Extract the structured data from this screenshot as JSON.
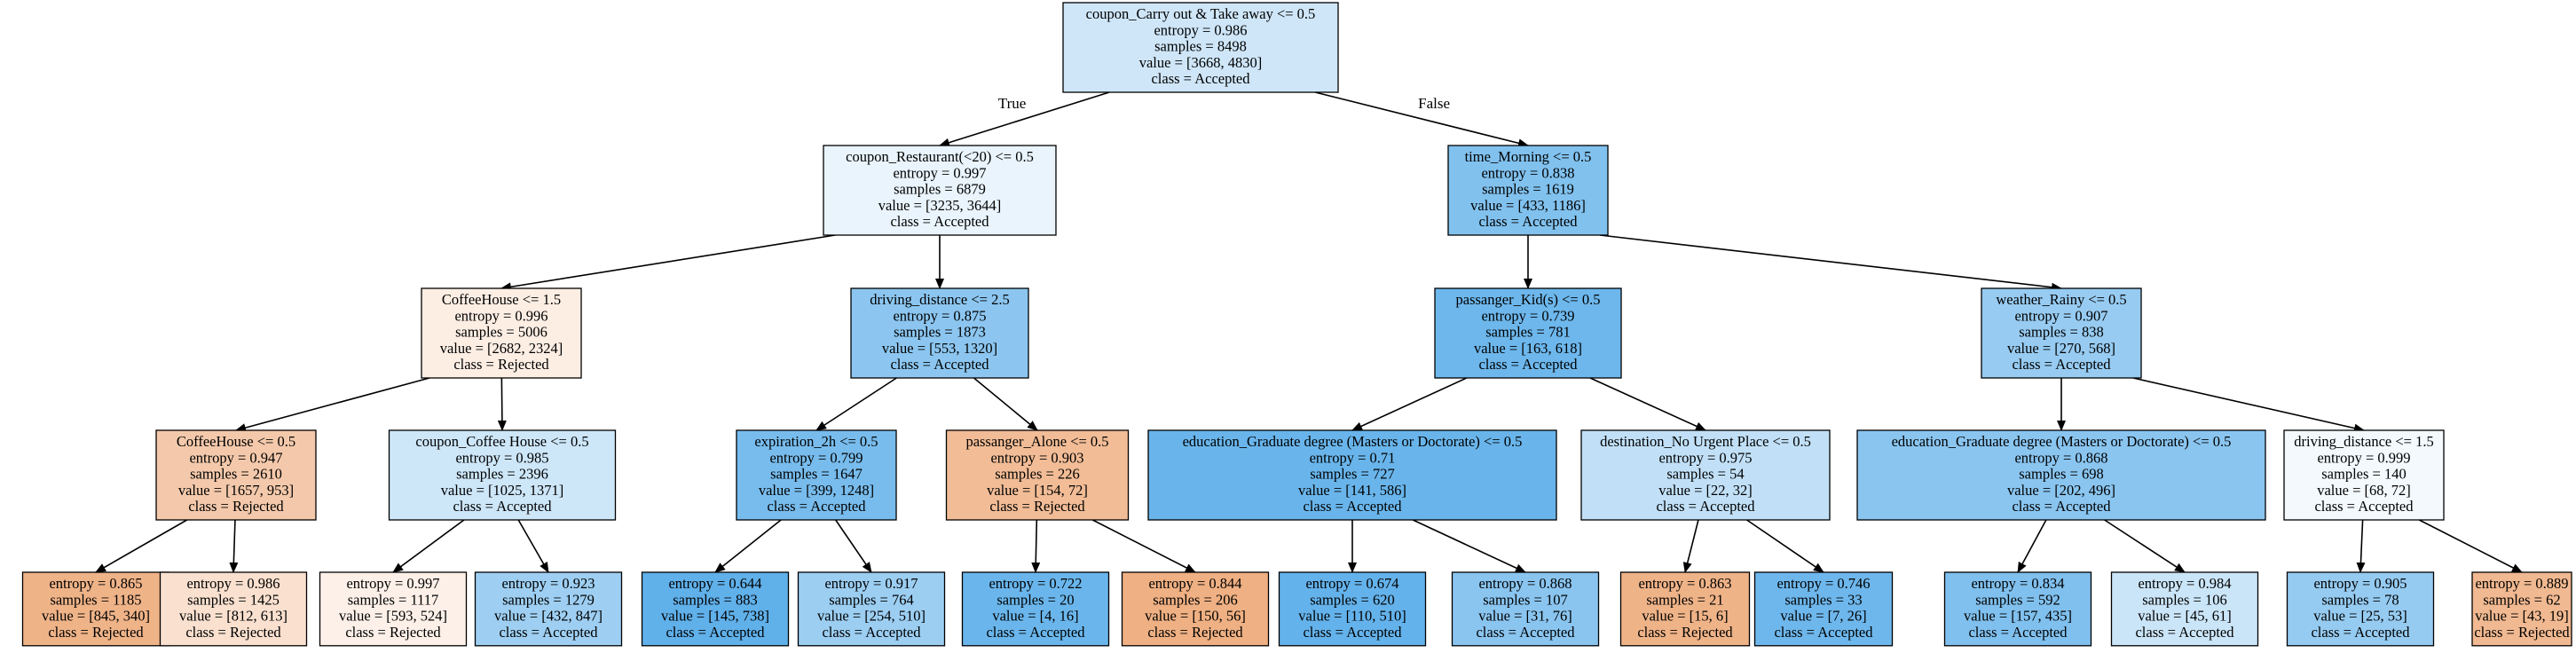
{
  "colors": {
    "accepted_light": "#f3f9fd",
    "accepted_mid": "#cfe6f8",
    "accepted_strong": "#6ab6ec",
    "rejected_light": "#fdf0e7",
    "rejected_strong": "#f0b287",
    "edge": "#000000"
  },
  "tree": {
    "nodes": [
      {
        "id": "n0",
        "lines": [
          "coupon_Carry out & Take away <= 0.5",
          "entropy = 0.986",
          "samples = 8498",
          "value = [3668, 4830]",
          "class = Accepted"
        ],
        "fill": "#cfe6f8"
      },
      {
        "id": "n1",
        "lines": [
          "coupon_Restaurant(<20) <= 0.5",
          "entropy = 0.997",
          "samples = 6879",
          "value = [3235, 3644]",
          "class = Accepted"
        ],
        "fill": "#e9f4fc"
      },
      {
        "id": "n2",
        "lines": [
          "time_Morning <= 0.5",
          "entropy = 0.838",
          "samples = 1619",
          "value = [433, 1186]",
          "class = Accepted"
        ],
        "fill": "#81c1ee"
      },
      {
        "id": "n3",
        "lines": [
          "CoffeeHouse <= 1.5",
          "entropy = 0.996",
          "samples = 5006",
          "value = [2682, 2324]",
          "class = Rejected"
        ],
        "fill": "#fdeee4"
      },
      {
        "id": "n4",
        "lines": [
          "driving_distance <= 2.5",
          "entropy = 0.875",
          "samples = 1873",
          "value = [553, 1320]",
          "class = Accepted"
        ],
        "fill": "#8cc6f0"
      },
      {
        "id": "n5",
        "lines": [
          "passanger_Kid(s) <= 0.5",
          "entropy = 0.739",
          "samples = 781",
          "value = [163, 618]",
          "class = Accepted"
        ],
        "fill": "#6db7ec"
      },
      {
        "id": "n6",
        "lines": [
          "weather_Rainy <= 0.5",
          "entropy = 0.907",
          "samples = 838",
          "value = [270, 568]",
          "class = Accepted"
        ],
        "fill": "#97cbf1"
      },
      {
        "id": "n7",
        "lines": [
          "CoffeeHouse <= 0.5",
          "entropy = 0.947",
          "samples = 2610",
          "value = [1657, 953]",
          "class = Rejected"
        ],
        "fill": "#f4c9ab"
      },
      {
        "id": "n8",
        "lines": [
          "coupon_Coffee House <= 0.5",
          "entropy = 0.985",
          "samples = 2396",
          "value = [1025, 1371]",
          "class = Accepted"
        ],
        "fill": "#cde6f8"
      },
      {
        "id": "n9",
        "lines": [
          "expiration_2h <= 0.5",
          "entropy = 0.799",
          "samples = 1647",
          "value = [399, 1248]",
          "class = Accepted"
        ],
        "fill": "#78bced"
      },
      {
        "id": "n10",
        "lines": [
          "passanger_Alone <= 0.5",
          "entropy = 0.903",
          "samples = 226",
          "value = [154, 72]",
          "class = Rejected"
        ],
        "fill": "#f1bc96"
      },
      {
        "id": "n11",
        "lines": [
          "education_Graduate degree (Masters or Doctorate) <= 0.5",
          "entropy = 0.71",
          "samples = 727",
          "value = [141, 586]",
          "class = Accepted"
        ],
        "fill": "#69b5eb"
      },
      {
        "id": "n12",
        "lines": [
          "destination_No Urgent Place <= 0.5",
          "entropy = 0.975",
          "samples = 54",
          "value = [22, 32]",
          "class = Accepted"
        ],
        "fill": "#c1e0f7"
      },
      {
        "id": "n13",
        "lines": [
          "education_Graduate degree (Masters or Doctorate) <= 0.5",
          "entropy = 0.868",
          "samples = 698",
          "value = [202, 496]",
          "class = Accepted"
        ],
        "fill": "#8ac5f0"
      },
      {
        "id": "n14",
        "lines": [
          "driving_distance <= 1.5",
          "entropy = 0.999",
          "samples = 140",
          "value = [68, 72]",
          "class = Accepted"
        ],
        "fill": "#f3f9fd"
      },
      {
        "id": "n15",
        "lines": [
          "entropy = 0.865",
          "samples = 1185",
          "value = [845, 340]",
          "class = Rejected"
        ],
        "fill": "#efb388"
      },
      {
        "id": "n16",
        "lines": [
          "entropy = 0.986",
          "samples = 1425",
          "value = [812, 613]",
          "class = Rejected"
        ],
        "fill": "#f9e0cf"
      },
      {
        "id": "n17",
        "lines": [
          "entropy = 0.997",
          "samples = 1117",
          "value = [593, 524]",
          "class = Rejected"
        ],
        "fill": "#fcf0e8"
      },
      {
        "id": "n18",
        "lines": [
          "entropy = 0.923",
          "samples = 1279",
          "value = [432, 847]",
          "class = Accepted"
        ],
        "fill": "#9ecff2"
      },
      {
        "id": "n19",
        "lines": [
          "entropy = 0.644",
          "samples = 883",
          "value = [145, 738]",
          "class = Accepted"
        ],
        "fill": "#60b0ea"
      },
      {
        "id": "n20",
        "lines": [
          "entropy = 0.917",
          "samples = 764",
          "value = [254, 510]",
          "class = Accepted"
        ],
        "fill": "#9ccef2"
      },
      {
        "id": "n21",
        "lines": [
          "entropy = 0.722",
          "samples = 20",
          "value = [4, 16]",
          "class = Accepted"
        ],
        "fill": "#6ab6ec"
      },
      {
        "id": "n22",
        "lines": [
          "entropy = 0.844",
          "samples = 206",
          "value = [150, 56]",
          "class = Rejected"
        ],
        "fill": "#efb083"
      },
      {
        "id": "n23",
        "lines": [
          "entropy = 0.674",
          "samples = 620",
          "value = [110, 510]",
          "class = Accepted"
        ],
        "fill": "#64b2eb"
      },
      {
        "id": "n24",
        "lines": [
          "entropy = 0.868",
          "samples = 107",
          "value = [31, 76]",
          "class = Accepted"
        ],
        "fill": "#8ac5f0"
      },
      {
        "id": "n25",
        "lines": [
          "entropy = 0.863",
          "samples = 21",
          "value = [15, 6]",
          "class = Rejected"
        ],
        "fill": "#efb388"
      },
      {
        "id": "n26",
        "lines": [
          "entropy = 0.746",
          "samples = 33",
          "value = [7, 26]",
          "class = Accepted"
        ],
        "fill": "#6eb7ec"
      },
      {
        "id": "n27",
        "lines": [
          "entropy = 0.834",
          "samples = 592",
          "value = [157, 435]",
          "class = Accepted"
        ],
        "fill": "#80c0ee"
      },
      {
        "id": "n28",
        "lines": [
          "entropy = 0.984",
          "samples = 106",
          "value = [45, 61]",
          "class = Accepted"
        ],
        "fill": "#cbe5f8"
      },
      {
        "id": "n29",
        "lines": [
          "entropy = 0.905",
          "samples = 78",
          "value = [25, 53]",
          "class = Accepted"
        ],
        "fill": "#96cbf1"
      },
      {
        "id": "n30",
        "lines": [
          "entropy = 0.889",
          "samples = 62",
          "value = [43, 19]",
          "class = Rejected"
        ],
        "fill": "#f1b991"
      }
    ],
    "edges": [
      {
        "from": "n0",
        "to": "n1",
        "label": "True"
      },
      {
        "from": "n0",
        "to": "n2",
        "label": "False"
      },
      {
        "from": "n1",
        "to": "n3"
      },
      {
        "from": "n1",
        "to": "n4"
      },
      {
        "from": "n2",
        "to": "n5"
      },
      {
        "from": "n2",
        "to": "n6"
      },
      {
        "from": "n3",
        "to": "n7"
      },
      {
        "from": "n3",
        "to": "n8"
      },
      {
        "from": "n4",
        "to": "n9"
      },
      {
        "from": "n4",
        "to": "n10"
      },
      {
        "from": "n5",
        "to": "n11"
      },
      {
        "from": "n5",
        "to": "n12"
      },
      {
        "from": "n6",
        "to": "n13"
      },
      {
        "from": "n6",
        "to": "n14"
      },
      {
        "from": "n7",
        "to": "n15"
      },
      {
        "from": "n7",
        "to": "n16"
      },
      {
        "from": "n8",
        "to": "n17"
      },
      {
        "from": "n8",
        "to": "n18"
      },
      {
        "from": "n9",
        "to": "n19"
      },
      {
        "from": "n9",
        "to": "n20"
      },
      {
        "from": "n10",
        "to": "n21"
      },
      {
        "from": "n10",
        "to": "n22"
      },
      {
        "from": "n11",
        "to": "n23"
      },
      {
        "from": "n11",
        "to": "n24"
      },
      {
        "from": "n12",
        "to": "n25"
      },
      {
        "from": "n12",
        "to": "n26"
      },
      {
        "from": "n13",
        "to": "n27"
      },
      {
        "from": "n13",
        "to": "n28"
      },
      {
        "from": "n14",
        "to": "n29"
      },
      {
        "from": "n14",
        "to": "n30"
      }
    ]
  }
}
